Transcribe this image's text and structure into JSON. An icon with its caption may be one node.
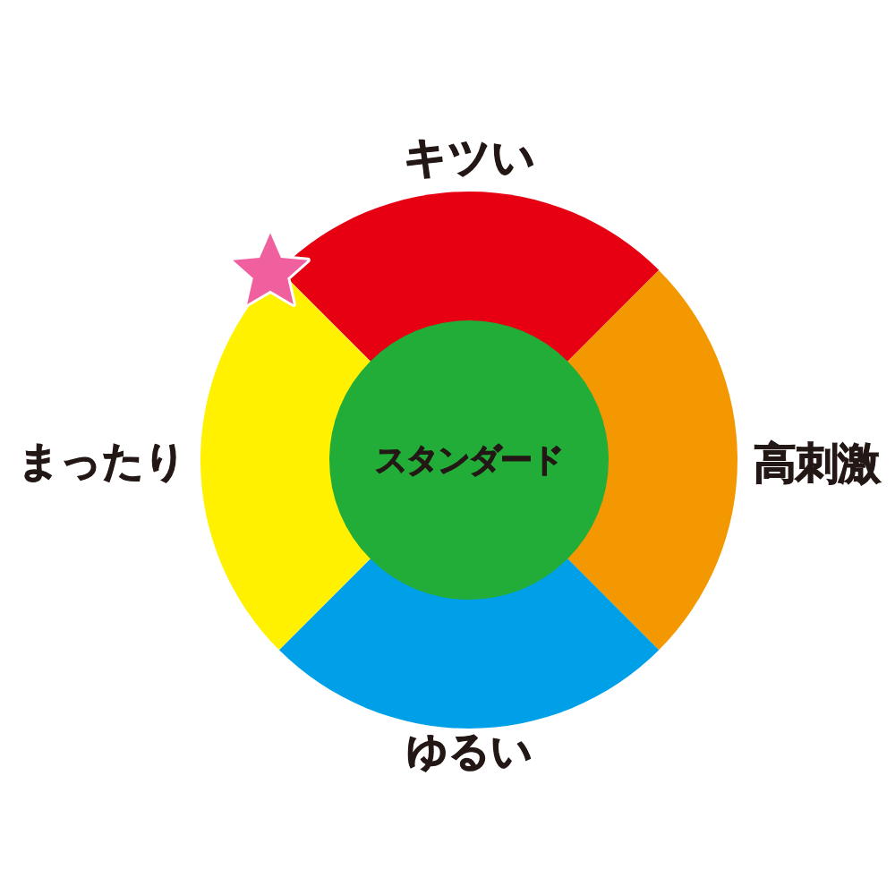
{
  "diagram": {
    "nodes": [
      {
        "text": [
          "キツい"
        ]
      },
      {
        "text": [],
        "shape": "star"
      },
      {
        "text": [
          "まったり"
        ]
      },
      {
        "text": [
          "スタンダード"
        ]
      },
      {
        "text": [
          "高刺激"
        ]
      },
      {
        "text": [
          "ゆるい"
        ]
      }
    ]
  }
}
